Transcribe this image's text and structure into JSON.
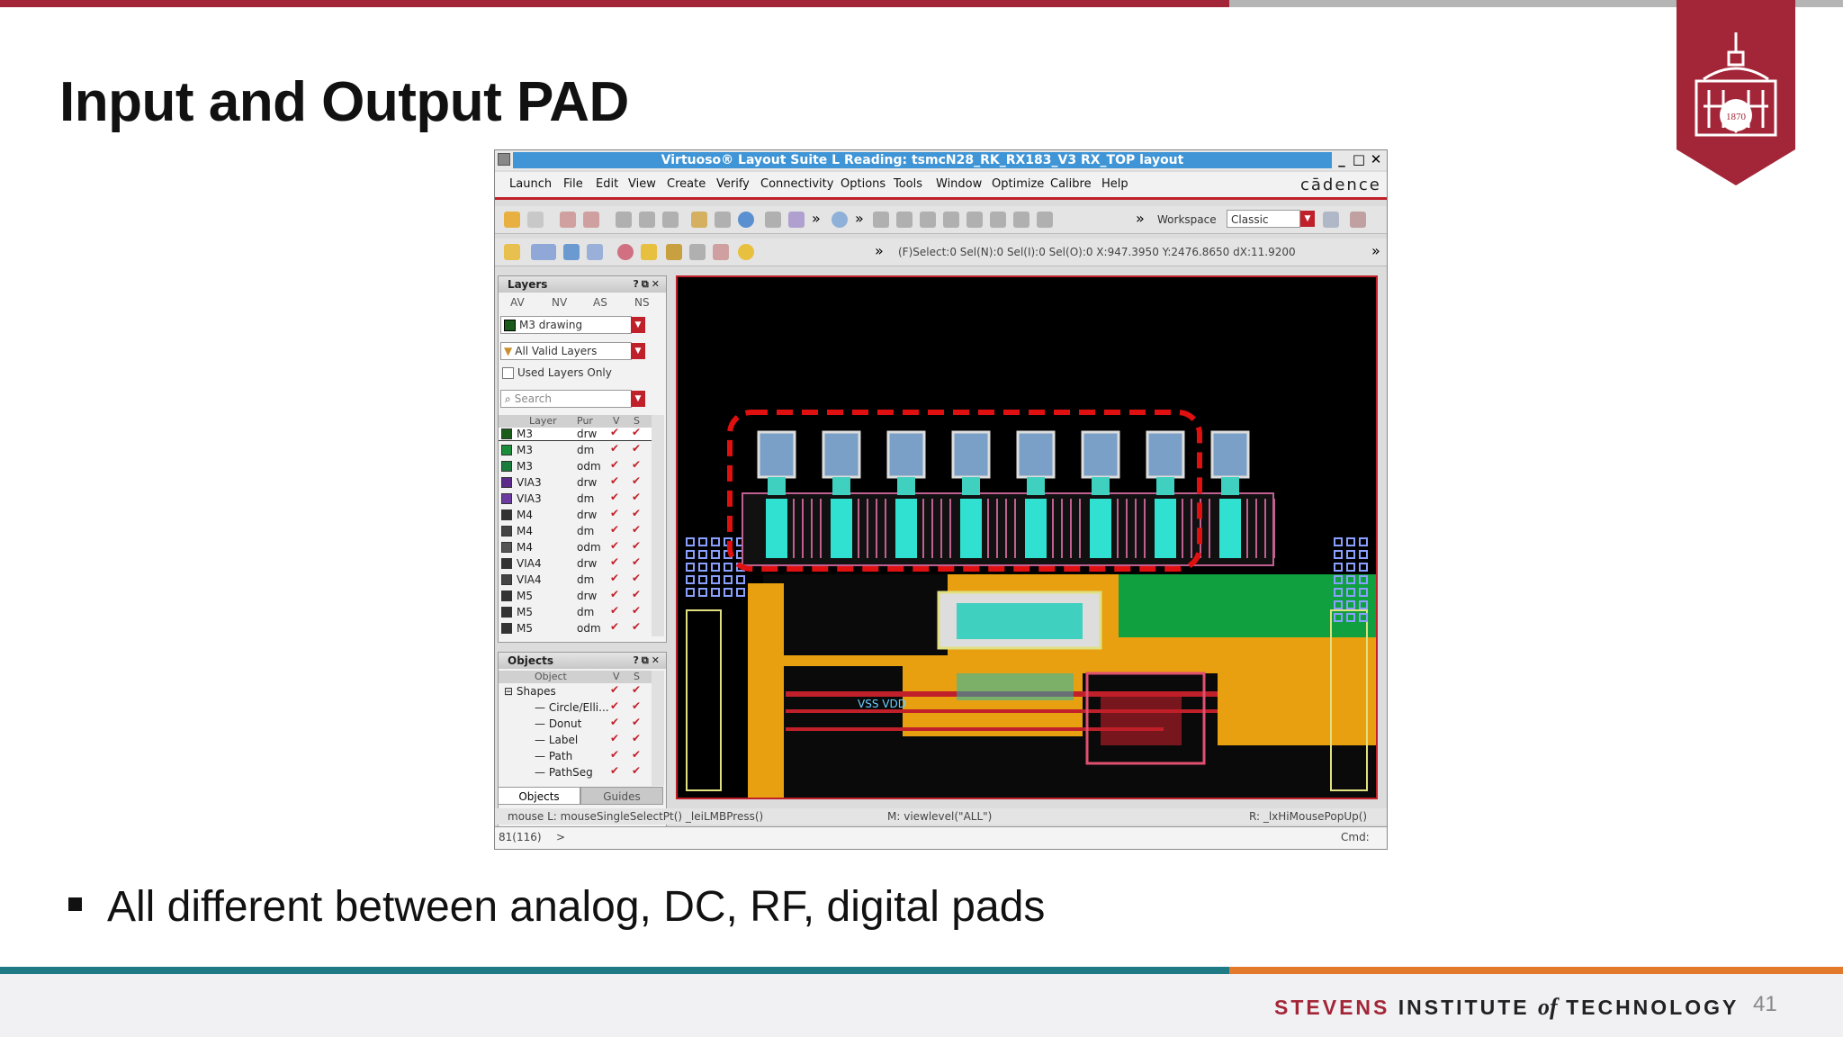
{
  "slide": {
    "title": "Input and Output PAD",
    "bullet": "All different between analog, DC, RF, digital pads",
    "footer_institute_a": "STEVENS",
    "footer_institute_b": "INSTITUTE",
    "footer_institute_of": "of",
    "footer_institute_c": "TECHNOLOGY",
    "page_number": "41",
    "seal_year": "1870",
    "colors": {
      "brand_red": "#a32638",
      "teal": "#1e7a85",
      "orange": "#e37a2b"
    }
  },
  "window": {
    "title": "Virtuoso® Layout Suite L Reading: tsmcN28_RK_RX183_V3 RX_TOP layout",
    "controls": [
      "_",
      "□",
      "✕"
    ],
    "menu": [
      "Launch",
      "File",
      "Edit",
      "View",
      "Create",
      "Verify",
      "Connectivity",
      "Options",
      "Tools",
      "Window",
      "Optimize",
      "Calibre",
      "Help"
    ],
    "brand": "cādence",
    "workspace_label": "Workspace",
    "workspace_value": "Classic",
    "status": "(F)Select:0   Sel(N):0   Sel(I):0   Sel(O):0   X:947.3950   Y:2476.8650   dX:11.9200",
    "more": "»"
  },
  "layers_panel": {
    "title": "Layers",
    "columns_top": [
      "AV",
      "NV",
      "AS",
      "NS"
    ],
    "current_layer": "M3 drawing",
    "filter": "All Valid Layers",
    "used_only": "Used Layers Only",
    "search_placeholder": "Search",
    "table_headers": [
      "Layer",
      "Pur",
      "V",
      "S"
    ],
    "rows": [
      {
        "layer": "M3",
        "purpose": "drw",
        "color": "#1a5c1a"
      },
      {
        "layer": "M3",
        "purpose": "dm",
        "color": "#1a8c3a"
      },
      {
        "layer": "M3",
        "purpose": "odm",
        "color": "#1a7c3a"
      },
      {
        "layer": "VIA3",
        "purpose": "drw",
        "color": "#5b2a8a"
      },
      {
        "layer": "VIA3",
        "purpose": "dm",
        "color": "#6b3aa0"
      },
      {
        "layer": "M4",
        "purpose": "drw",
        "color": "#333333"
      },
      {
        "layer": "M4",
        "purpose": "dm",
        "color": "#444444"
      },
      {
        "layer": "M4",
        "purpose": "odm",
        "color": "#555555"
      },
      {
        "layer": "VIA4",
        "purpose": "drw",
        "color": "#333333"
      },
      {
        "layer": "VIA4",
        "purpose": "dm",
        "color": "#444444"
      },
      {
        "layer": "M5",
        "purpose": "drw",
        "color": "#333333"
      },
      {
        "layer": "M5",
        "purpose": "dm",
        "color": "#333333"
      },
      {
        "layer": "M5",
        "purpose": "odm",
        "color": "#333333"
      }
    ]
  },
  "objects_panel": {
    "title": "Objects",
    "table_headers": [
      "Object",
      "V",
      "S"
    ],
    "items": [
      "Shapes",
      "Circle/Elli...",
      "Donut",
      "Label",
      "Path",
      "PathSeg"
    ],
    "tabs": [
      "Objects",
      "Guides"
    ]
  },
  "command": {
    "mouse_l": "mouse L: mouseSingleSelectPt() _leiLMBPress()",
    "mouse_m": "M: viewlevel(\"ALL\")",
    "mouse_r": "R: _lxHiMousePopUp()",
    "line_no": "81(116)",
    "prompt": ">",
    "cmd_label": "Cmd:"
  },
  "layout_labels": {
    "vdd_label": "VSS VDD",
    "pad_count": 8
  }
}
